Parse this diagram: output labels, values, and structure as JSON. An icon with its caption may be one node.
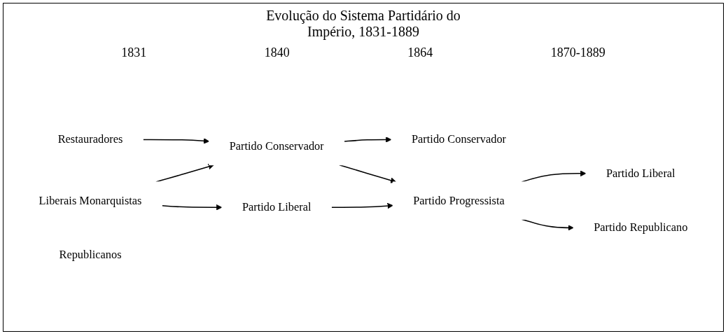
{
  "diagram": {
    "title": "Evolução do Sistema Partidário do Império, 1831-1889",
    "nodes": [
      {
        "text": [
          "Restauradores"
        ]
      },
      {
        "text": [
          "Liberais Monarquistas"
        ]
      },
      {
        "text": [
          "Republicanos"
        ]
      },
      {
        "text": [
          "Partido Conservador"
        ]
      },
      {
        "text": [
          "Partido Liberal"
        ]
      },
      {
        "text": [
          "Partido Progressista"
        ]
      },
      {
        "text": [
          "Partido Conservador"
        ]
      },
      {
        "text": [
          "Partido Liberal"
        ]
      },
      {
        "text": [
          "Partido Republicano"
        ]
      }
    ],
    "edges": [
      {
        "from": 0,
        "to": 3,
        "arrow": "to"
      },
      {
        "from": 1,
        "to": 3,
        "arrow": "to"
      },
      {
        "from": 1,
        "to": 4,
        "arrow": "to"
      },
      {
        "from": 3,
        "to": 6,
        "arrow": "to"
      },
      {
        "from": 3,
        "to": 5,
        "arrow": "to"
      },
      {
        "from": 4,
        "to": 5,
        "arrow": "to"
      },
      {
        "from": 5,
        "to": 7,
        "arrow": "to"
      },
      {
        "from": 5,
        "to": 8,
        "arrow": "to"
      }
    ],
    "labels": [
      "1831",
      "1840",
      "1864",
      "1870-1889"
    ]
  }
}
